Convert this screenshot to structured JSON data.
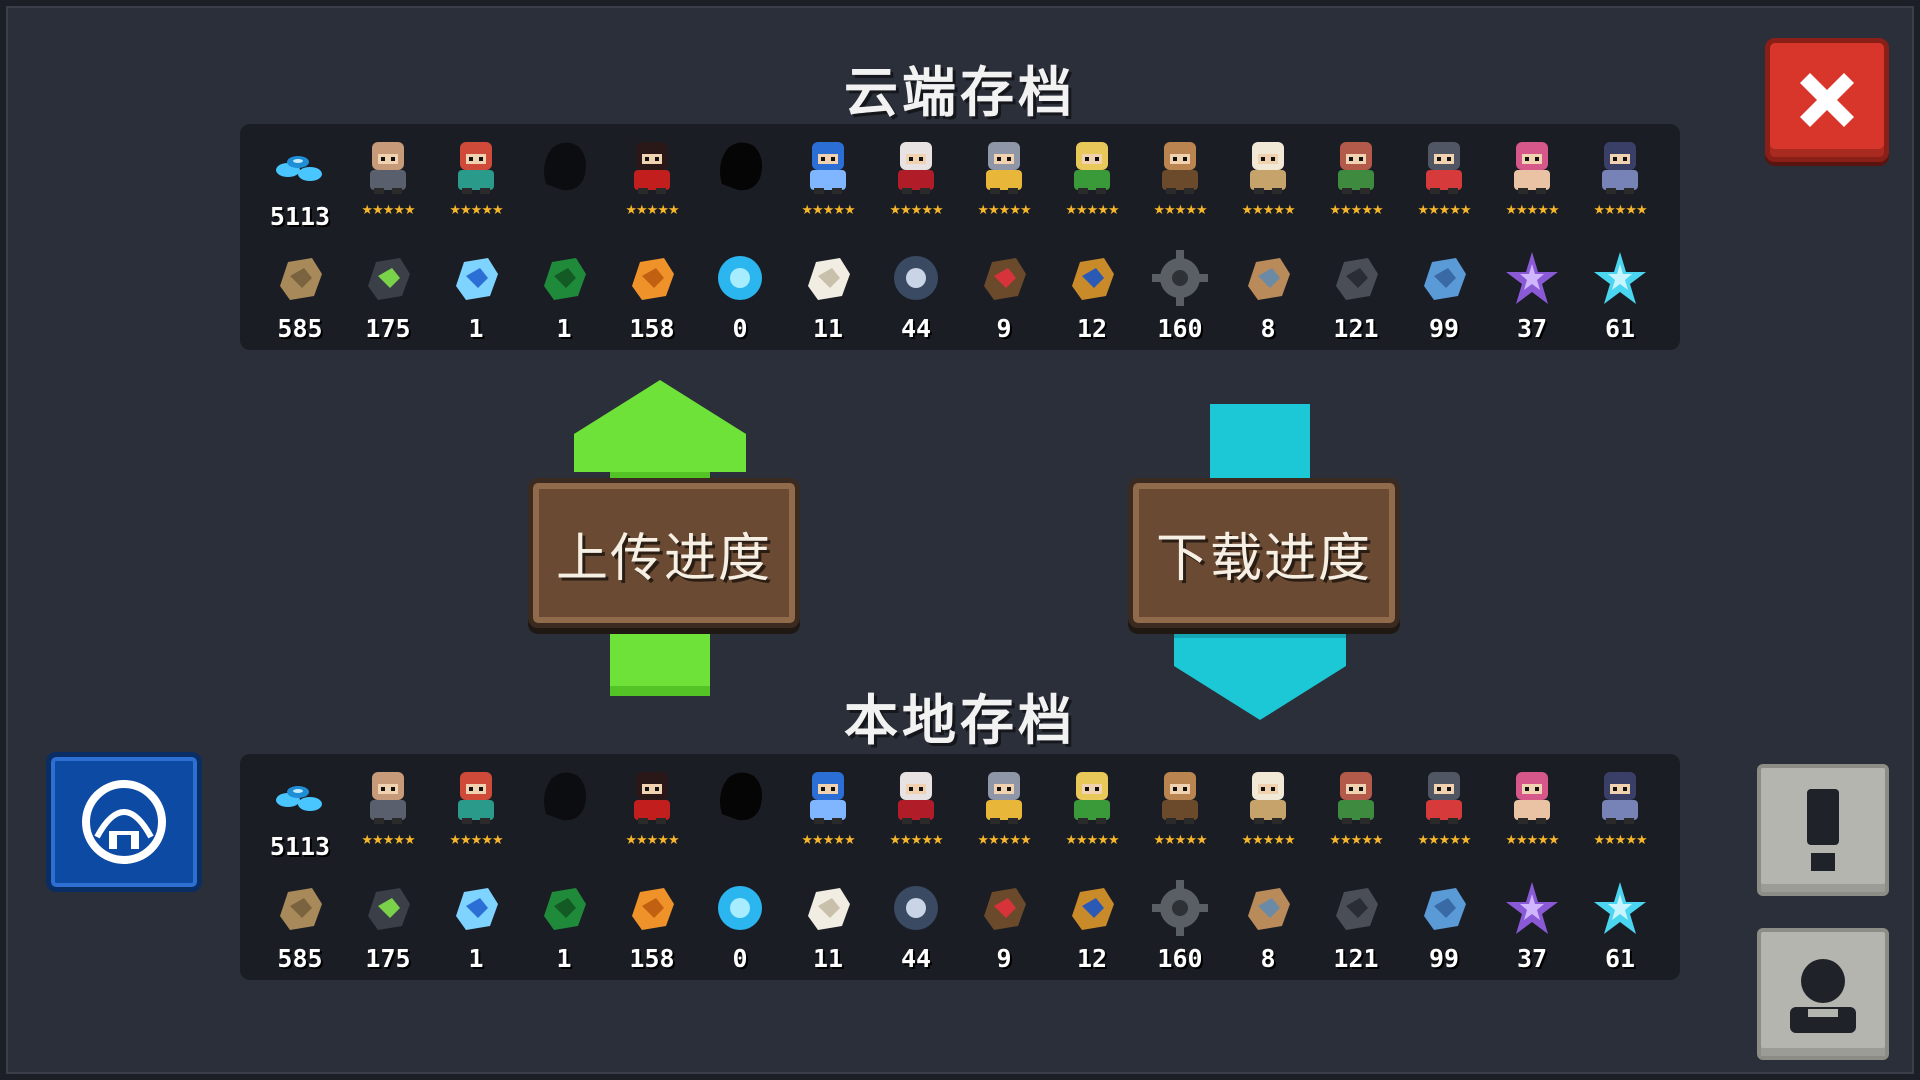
{
  "cloud_title": "云端存档",
  "local_title": "本地存档",
  "upload_label": "上传进度",
  "download_label": "下载进度",
  "stars": "★★★★★",
  "colors": {
    "upload_arrow": "#6fe23a",
    "download_arrow": "#1cc8d6",
    "close": "#d8362a"
  },
  "characters": [
    {
      "name": "gems-icon",
      "value": "5113"
    },
    {
      "name": "knight-icon",
      "stars": true
    },
    {
      "name": "rogue-icon",
      "stars": true
    },
    {
      "name": "locked-silhouette-icon",
      "stars": false
    },
    {
      "name": "assassin-icon",
      "stars": true
    },
    {
      "name": "locked-blob-icon",
      "stars": false
    },
    {
      "name": "engineer-icon",
      "stars": true
    },
    {
      "name": "vampire-icon",
      "stars": true
    },
    {
      "name": "paladin-icon",
      "stars": true
    },
    {
      "name": "elf-icon",
      "stars": true
    },
    {
      "name": "werewolf-icon",
      "stars": true
    },
    {
      "name": "priest-icon",
      "stars": true
    },
    {
      "name": "druid-icon",
      "stars": true
    },
    {
      "name": "robot-icon",
      "stars": true
    },
    {
      "name": "berserker-icon",
      "stars": true
    },
    {
      "name": "necromancer-icon",
      "stars": true
    }
  ],
  "materials": [
    {
      "name": "wood-icon",
      "value": "585"
    },
    {
      "name": "battery-icon",
      "value": "175"
    },
    {
      "name": "crystal-icon",
      "value": "1"
    },
    {
      "name": "green-book-icon",
      "value": "1"
    },
    {
      "name": "orange-ore-icon",
      "value": "158"
    },
    {
      "name": "energy-orb-icon",
      "value": "0"
    },
    {
      "name": "cotton-bag-icon",
      "value": "11"
    },
    {
      "name": "feather-orb-icon",
      "value": "44"
    },
    {
      "name": "hammer-icon",
      "value": "9"
    },
    {
      "name": "shell-icon",
      "value": "12"
    },
    {
      "name": "gear-icon",
      "value": "160"
    },
    {
      "name": "parchment-icon",
      "value": "8"
    },
    {
      "name": "coal-icon",
      "value": "121"
    },
    {
      "name": "blue-leaf-icon",
      "value": "99"
    },
    {
      "name": "purple-star-icon",
      "value": "37"
    },
    {
      "name": "ice-star-icon",
      "value": "61"
    }
  ]
}
